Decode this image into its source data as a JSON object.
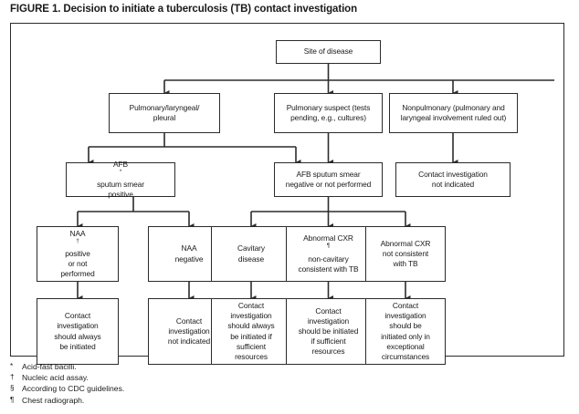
{
  "figure": {
    "title": "FIGURE 1. Decision to initiate a tuberculosis (TB) contact investigation"
  },
  "nodes": {
    "root": {
      "label": "Site of disease"
    },
    "pulmonary": {
      "line1": "Pulmonary/laryngeal/",
      "line2": "pleural"
    },
    "suspect": {
      "line1": "Pulmonary suspect (tests",
      "line2": "pending, e.g., cultures)"
    },
    "nonpulmonary": {
      "line1": "Nonpulmonary (pulmonary and",
      "line2": "laryngeal involvement ruled out)"
    },
    "afb_pos": {
      "pre": "AFB",
      "sup": "*",
      "post": " sputum smear",
      "line2": "positive"
    },
    "afb_neg": {
      "line1": "AFB sputum smear",
      "line2": "negative or not performed"
    },
    "contact_not_indicated_top": {
      "line1": "Contact investigation",
      "line2": "not indicated"
    },
    "naa_pos": {
      "pre": "NAA",
      "sup": "†",
      "post": " positive",
      "line2": "or not",
      "line3": "performed"
    },
    "naa_neg": {
      "line1": "NAA",
      "line2": "negative"
    },
    "cavitary": {
      "line1": "Cavitary",
      "line2": "disease"
    },
    "cxr_noncav": {
      "pre": "Abnormal CXR",
      "sup": "¶",
      "line2": "non-cavitary",
      "line3": "consistent with TB"
    },
    "cxr_notcons": {
      "line1": "Abnormal CXR",
      "line2": "not consistent",
      "line3": "with TB"
    },
    "out_always": {
      "line1": "Contact",
      "line2": "investigation",
      "line3": "should always",
      "line4": "be initiated"
    },
    "out_not_indicated": {
      "line1": "Contact",
      "line2": "investigation",
      "line3": "not indicated"
    },
    "out_cav_resources": {
      "line1": "Contact",
      "line2": "investigation",
      "line3": "should always",
      "line4": "be initiated if",
      "line5": "sufficient",
      "line6": "resources"
    },
    "out_noncav_resources": {
      "line1": "Contact",
      "line2": "investigation",
      "line3": "should be initiated",
      "line4": "if sufficient",
      "line5": "resources"
    },
    "out_exceptional": {
      "line1": "Contact",
      "line2": "investigation",
      "line3": "should be",
      "line4": "initiated only in",
      "line5": "exceptional",
      "line6": "circumstances"
    }
  },
  "footnotes": [
    {
      "mark": "*",
      "text": "Acid-fast bacilli."
    },
    {
      "mark": "†",
      "text": "Nucleic acid assay."
    },
    {
      "mark": "§",
      "text": "According to CDC guidelines."
    },
    {
      "mark": "¶",
      "text": "Chest radiograph."
    }
  ],
  "colors": {
    "line": "#2b2b2b",
    "box_border": "#2b2b2b",
    "background": "#ffffff",
    "text": "#1a1a1a"
  },
  "chart_data": {
    "type": "diagram",
    "title": "FIGURE 1. Decision to initiate a tuberculosis (TB) contact investigation",
    "orientation": "top-down",
    "levels": [
      {
        "level": 0,
        "nodes": [
          "Site of disease"
        ]
      },
      {
        "level": 1,
        "nodes": [
          "Pulmonary/laryngeal/pleural",
          "Pulmonary suspect (tests pending, e.g., cultures)",
          "Nonpulmonary (pulmonary and laryngeal involvement ruled out)"
        ]
      },
      {
        "level": 2,
        "nodes": [
          "AFB* sputum smear positive",
          "AFB sputum smear negative or not performed",
          "Contact investigation not indicated"
        ]
      },
      {
        "level": 3,
        "nodes": [
          "NAA† positive or not performed",
          "NAA negative",
          "Cavitary disease",
          "Abnormal CXR¶ non-cavitary consistent with TB",
          "Abnormal CXR not consistent with TB"
        ]
      },
      {
        "level": 4,
        "nodes": [
          "Contact investigation should always be initiated",
          "Contact investigation not indicated",
          "Contact investigation should always be initiated if sufficient resources",
          "Contact investigation should be initiated if sufficient resources",
          "Contact investigation should be initiated only in exceptional circumstances"
        ]
      }
    ],
    "edges": [
      {
        "from": "Site of disease",
        "to": "Pulmonary/laryngeal/pleural"
      },
      {
        "from": "Site of disease",
        "to": "Pulmonary suspect (tests pending, e.g., cultures)"
      },
      {
        "from": "Site of disease",
        "to": "Nonpulmonary (pulmonary and laryngeal involvement ruled out)"
      },
      {
        "from": "Pulmonary/laryngeal/pleural",
        "to": "AFB* sputum smear positive"
      },
      {
        "from": "Pulmonary/laryngeal/pleural",
        "to": "AFB sputum smear negative or not performed"
      },
      {
        "from": "Pulmonary suspect (tests pending, e.g., cultures)",
        "to": "AFB sputum smear negative or not performed"
      },
      {
        "from": "Nonpulmonary (pulmonary and laryngeal involvement ruled out)",
        "to": "Contact investigation not indicated"
      },
      {
        "from": "AFB* sputum smear positive",
        "to": "NAA† positive or not performed"
      },
      {
        "from": "AFB* sputum smear positive",
        "to": "NAA negative"
      },
      {
        "from": "AFB sputum smear negative or not performed",
        "to": "Cavitary disease"
      },
      {
        "from": "AFB sputum smear negative or not performed",
        "to": "Abnormal CXR¶ non-cavitary consistent with TB"
      },
      {
        "from": "AFB sputum smear negative or not performed",
        "to": "Abnormal CXR not consistent with TB"
      },
      {
        "from": "NAA† positive or not performed",
        "to": "Contact investigation should always be initiated"
      },
      {
        "from": "NAA negative",
        "to": "Contact investigation not indicated"
      },
      {
        "from": "Cavitary disease",
        "to": "Contact investigation should always be initiated if sufficient resources"
      },
      {
        "from": "Abnormal CXR¶ non-cavitary consistent with TB",
        "to": "Contact investigation should be initiated if sufficient resources"
      },
      {
        "from": "Abnormal CXR not consistent with TB",
        "to": "Contact investigation should be initiated only in exceptional circumstances"
      }
    ]
  }
}
